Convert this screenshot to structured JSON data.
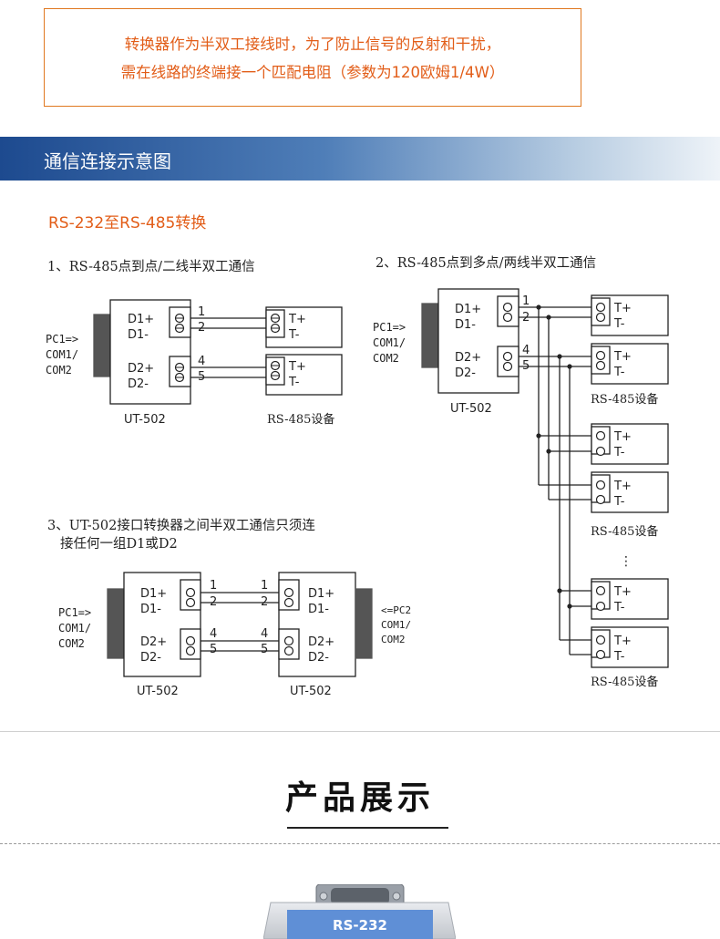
{
  "notice": {
    "line1": "转换器作为半双工接线时，为了防止信号的反射和干扰，",
    "line2": "需在线路的终端接一个匹配电阻（参数为120欧姆1/4W）"
  },
  "section_title": "通信连接示意图",
  "subtitle": "RS-232至RS-485转换",
  "diagram1": {
    "caption": "1、RS-485点到点/二线半双工通信",
    "pc_label": [
      "PC1=>",
      "COM1/",
      "COM2"
    ],
    "converter_label": "UT-502",
    "ports": [
      "D1+",
      "D1-",
      "D2+",
      "D2-"
    ],
    "wires": [
      "1",
      "2",
      "4",
      "5"
    ],
    "device_terms": [
      "T+",
      "T-"
    ],
    "device_caption": "RS-485设备"
  },
  "diagram2": {
    "caption": "2、RS-485点到多点/两线半双工通信",
    "pc_label": [
      "PC1=>",
      "COM1/",
      "COM2"
    ],
    "converter_label": "UT-502",
    "ports": [
      "D1+",
      "D1-",
      "D2+",
      "D2-"
    ],
    "wires": [
      "1",
      "2",
      "4",
      "5"
    ],
    "device_terms": [
      "T+",
      "T-"
    ],
    "device_caption": "RS-485设备",
    "ellipsis": "⋮"
  },
  "diagram3": {
    "caption_line1": "3、UT-502接口转换器之间半双工通信只须连",
    "caption_line2": "接任何一组D1或D2",
    "pc1_label": [
      "PC1=>",
      "COM1/",
      "COM2"
    ],
    "pc2_label": [
      "<=PC2",
      "COM1/",
      "COM2"
    ],
    "converter_label": "UT-502",
    "ports": [
      "D1+",
      "D1-",
      "D2+",
      "D2-"
    ],
    "wires": [
      "1",
      "2",
      "4",
      "5"
    ]
  },
  "product_title": "产品展示",
  "device_badge": "RS-232"
}
